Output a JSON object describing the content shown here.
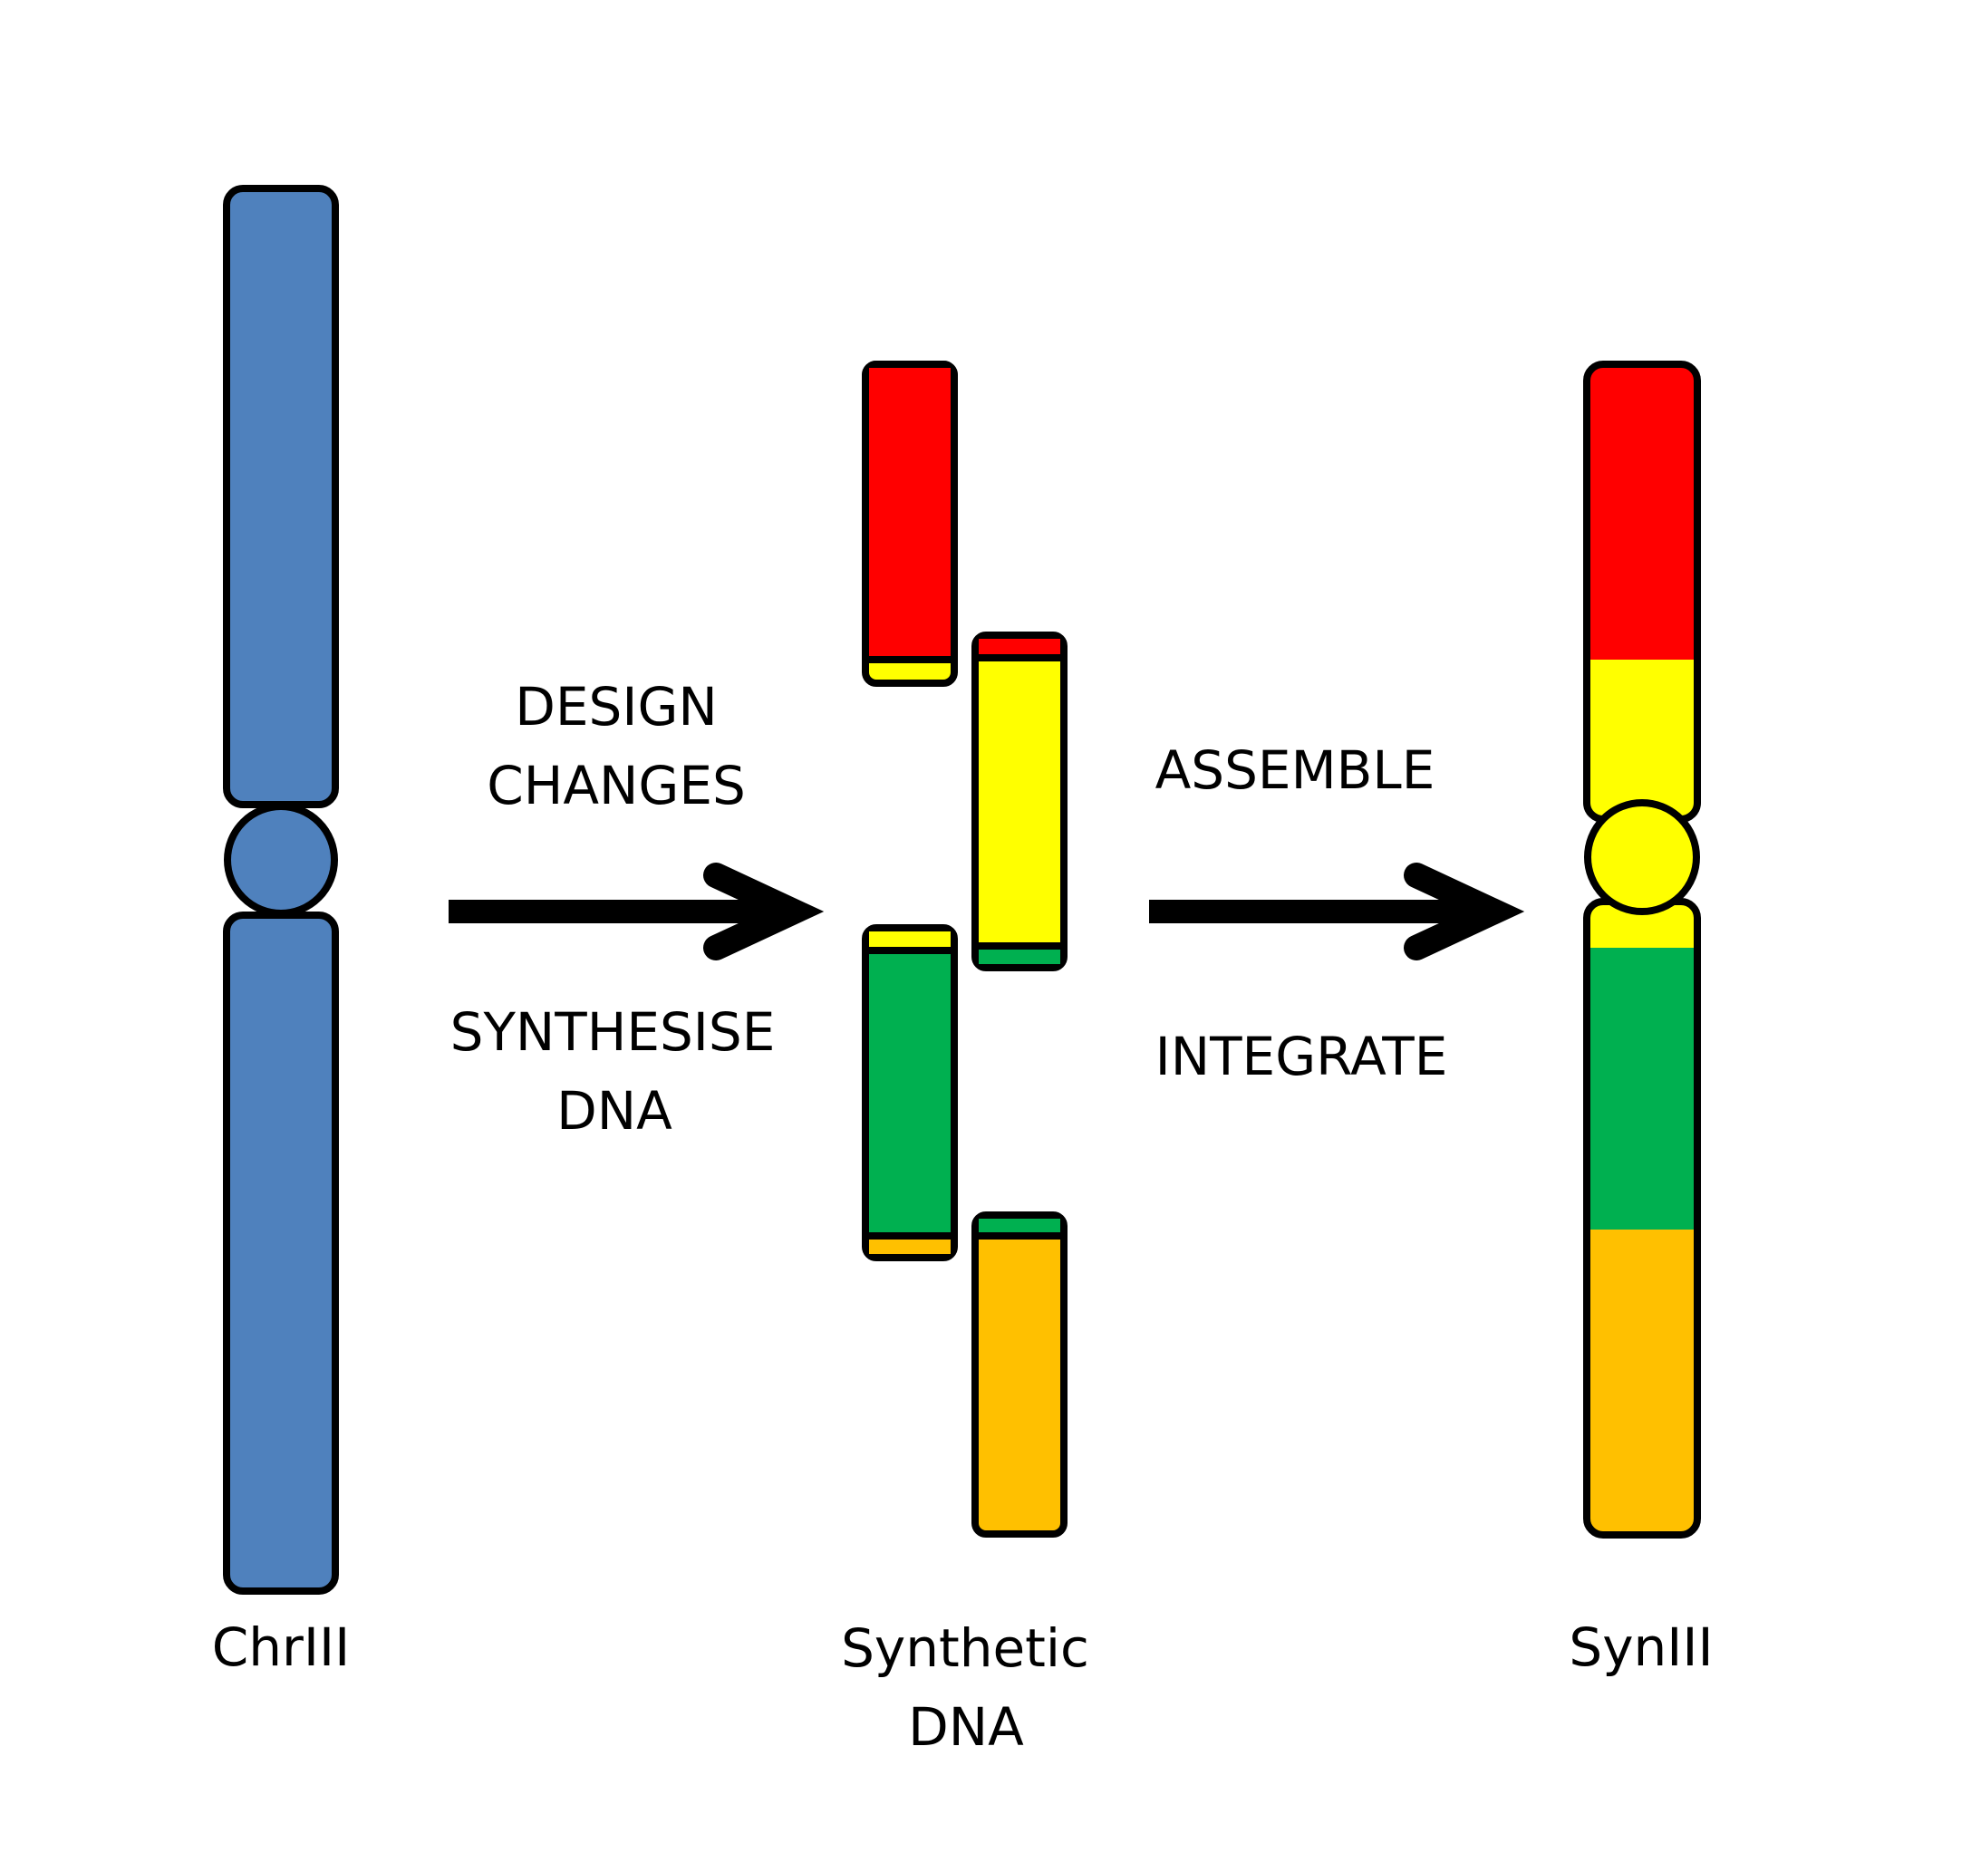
{
  "colors": {
    "outline": "#000000",
    "background": "#FFFFFF",
    "native_chromosome": "#4F81BD",
    "segment_1": "#FF0000",
    "segment_2": "#FFFF00",
    "segment_3": "#00B050",
    "segment_4": "#FFC000"
  },
  "stages": [
    {
      "id": "chrIII",
      "label": "ChrIII"
    },
    {
      "id": "synthetic_dna",
      "label_lines": [
        "Synthetic",
        "DNA"
      ]
    },
    {
      "id": "synIII",
      "label": "SynIII"
    }
  ],
  "steps": [
    {
      "above_lines": [
        "DESIGN",
        "CHANGES"
      ],
      "below_lines": [
        "SYNTHESISE",
        "DNA"
      ]
    },
    {
      "above_lines": [
        "ASSEMBLE"
      ],
      "below_lines": [
        "INTEGRATE"
      ]
    }
  ],
  "synthetic_fragments": [
    {
      "main": "red",
      "overlap_bottom": "yellow"
    },
    {
      "overlap_top": "red",
      "main": "yellow",
      "overlap_bottom": "green"
    },
    {
      "overlap_top": "yellow",
      "main": "green",
      "overlap_bottom": "orange"
    },
    {
      "overlap_top": "green",
      "main": "orange"
    }
  ],
  "synIII_segments_top_to_bottom": [
    "red",
    "yellow",
    "green",
    "orange"
  ]
}
